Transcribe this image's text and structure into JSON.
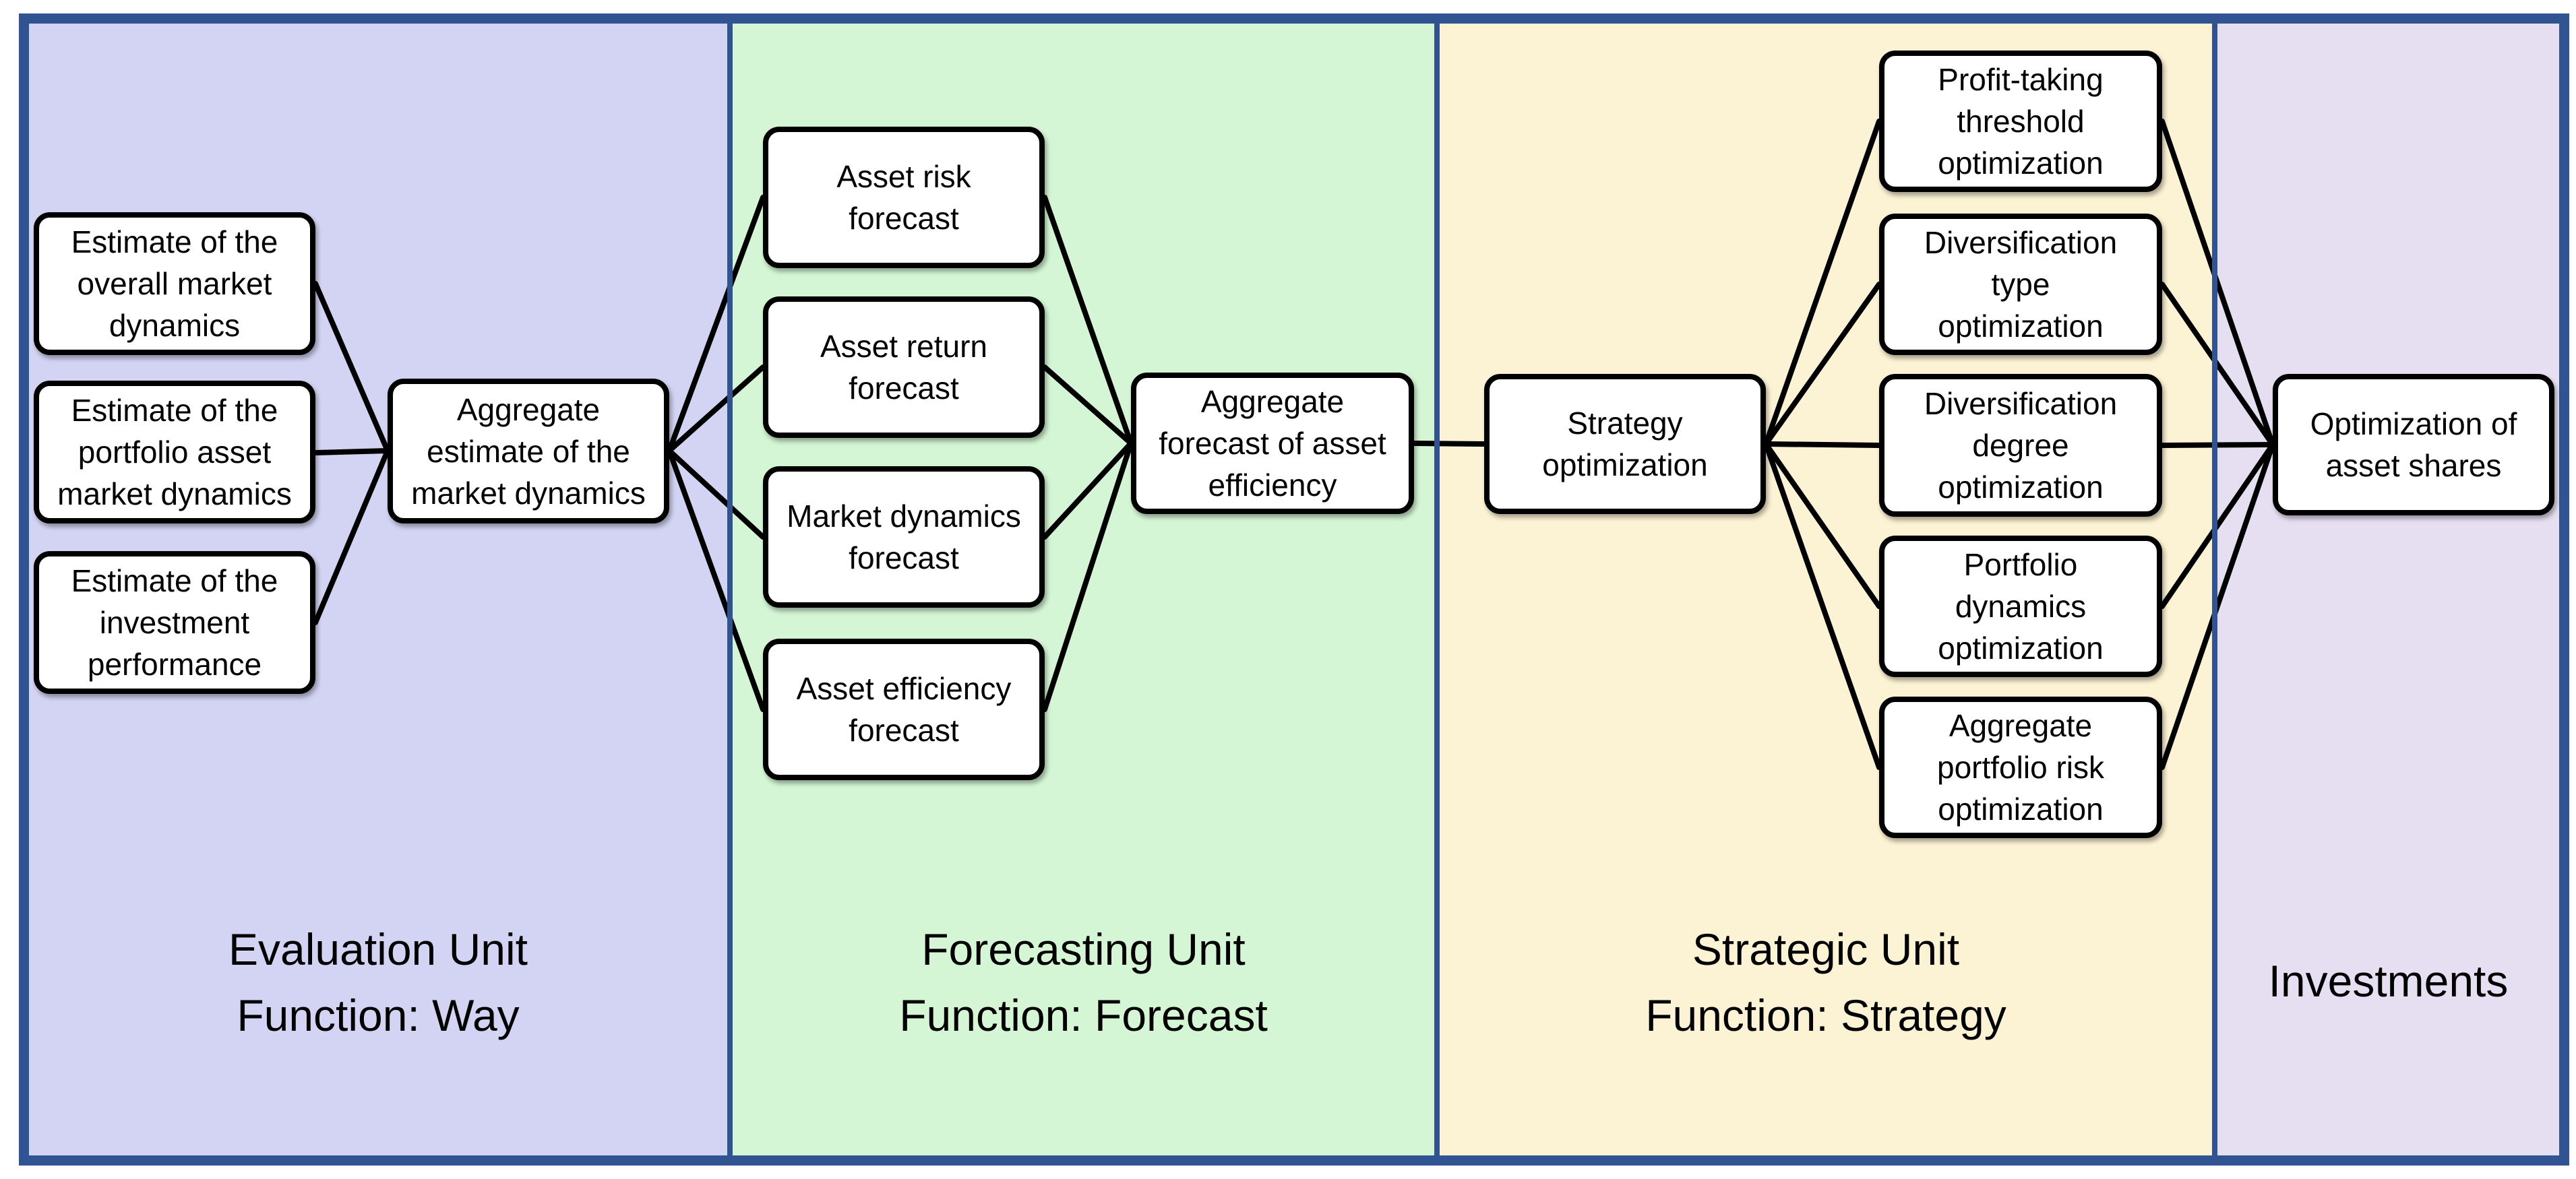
{
  "diagram": {
    "frame_color": "#2F5491",
    "connector_color": "#000000",
    "node_style": {
      "fill": "#FFFFFF",
      "border": "#000000"
    },
    "sections": [
      {
        "id": "evaluation",
        "label": "Evaluation Unit\nFunction: Way",
        "bg": "#D3D3F3"
      },
      {
        "id": "forecasting",
        "label": "Forecasting Unit\nFunction: Forecast",
        "bg": "#D4F6D4"
      },
      {
        "id": "strategic",
        "label": "Strategic Unit\nFunction: Strategy",
        "bg": "#FCF2D4"
      },
      {
        "id": "investments",
        "label": "Investments",
        "bg": "#E6DFF1"
      }
    ],
    "nodes": {
      "e1": {
        "label": "Estimate of the\noverall market\ndynamics"
      },
      "e2": {
        "label": "Estimate of the\nportfolio asset\nmarket dynamics"
      },
      "e3": {
        "label": "Estimate of the\ninvestment\nperformance"
      },
      "ea": {
        "label": "Aggregate\nestimate of the\nmarket dynamics"
      },
      "f1": {
        "label": "Asset risk\nforecast"
      },
      "f2": {
        "label": "Asset return\nforecast"
      },
      "f3": {
        "label": "Market dynamics\nforecast"
      },
      "f4": {
        "label": "Asset efficiency\nforecast"
      },
      "fa": {
        "label": "Aggregate\nforecast of asset\nefficiency"
      },
      "s": {
        "label": "Strategy\noptimization"
      },
      "t1": {
        "label": "Profit-taking\nthreshold\noptimization"
      },
      "t2": {
        "label": "Diversification\ntype\noptimization"
      },
      "t3": {
        "label": "Diversification\ndegree\noptimization"
      },
      "t4": {
        "label": "Portfolio\ndynamics\noptimization"
      },
      "t5": {
        "label": "Aggregate\nportfolio risk\noptimization"
      },
      "o": {
        "label": "Optimization of\nasset shares"
      }
    },
    "edges": [
      [
        "e1",
        "ea"
      ],
      [
        "e2",
        "ea"
      ],
      [
        "e3",
        "ea"
      ],
      [
        "ea",
        "f1"
      ],
      [
        "ea",
        "f2"
      ],
      [
        "ea",
        "f3"
      ],
      [
        "ea",
        "f4"
      ],
      [
        "f1",
        "fa"
      ],
      [
        "f2",
        "fa"
      ],
      [
        "f3",
        "fa"
      ],
      [
        "f4",
        "fa"
      ],
      [
        "fa",
        "s"
      ],
      [
        "s",
        "t1"
      ],
      [
        "s",
        "t2"
      ],
      [
        "s",
        "t3"
      ],
      [
        "s",
        "t4"
      ],
      [
        "s",
        "t5"
      ],
      [
        "t1",
        "o"
      ],
      [
        "t2",
        "o"
      ],
      [
        "t3",
        "o"
      ],
      [
        "t4",
        "o"
      ],
      [
        "t5",
        "o"
      ]
    ]
  }
}
